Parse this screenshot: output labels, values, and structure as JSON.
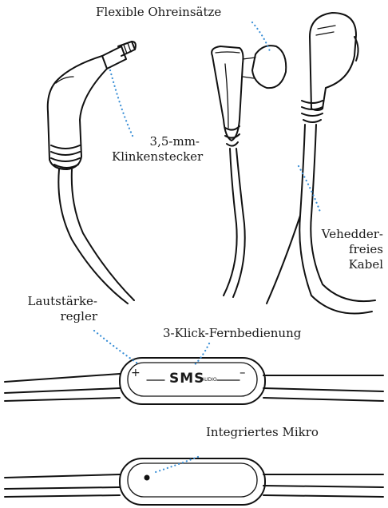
{
  "labels": {
    "ear_tips": "Flexible Ohreinsätze",
    "jack": [
      "3,5-mm-",
      "Klinkenstecker"
    ],
    "cable": [
      "Vehedder-",
      "freies",
      "Kabel"
    ],
    "volume": [
      "Lautstärke-",
      "regler"
    ],
    "remote": "3-Klick-Fernbedienung",
    "mic": "Integriertes Mikro"
  },
  "brand": {
    "logo_text": "SMS",
    "logo_sub": "AUDIO"
  },
  "remote_symbols": {
    "plus": "+",
    "minus": "–"
  },
  "colors": {
    "leader": "#3a8fd6",
    "ink": "#111111"
  }
}
